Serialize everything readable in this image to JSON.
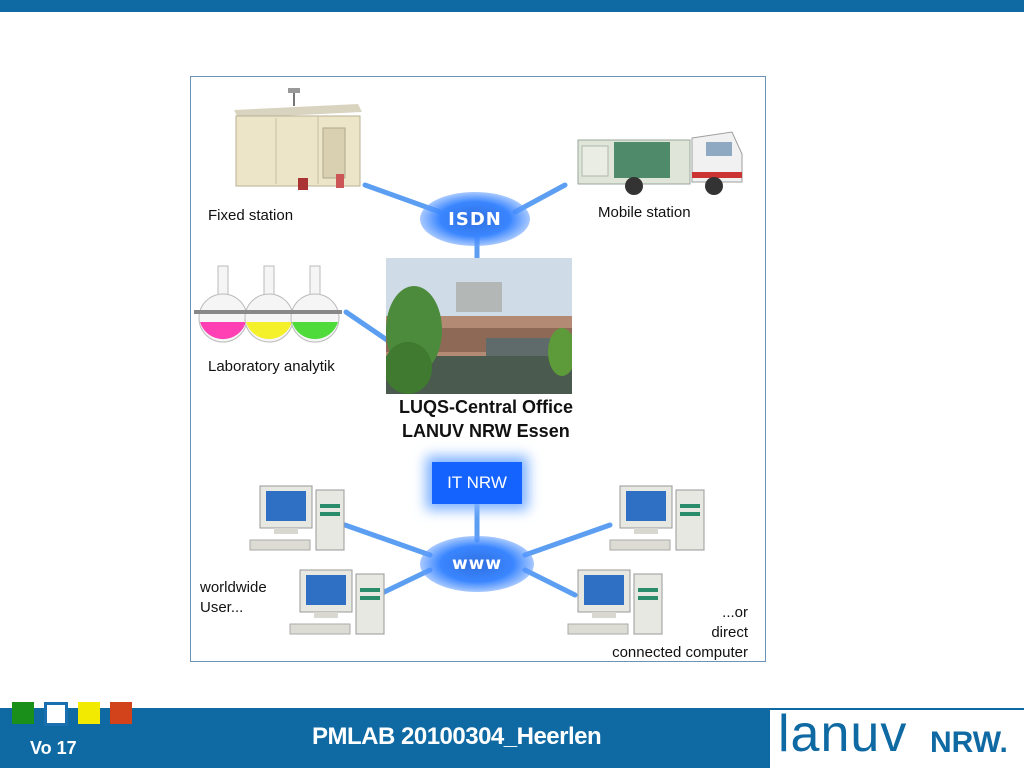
{
  "diagram": {
    "fixed_station": "Fixed station",
    "mobile_station": "Mobile station",
    "laboratory": "Laboratory analytik",
    "central_office_line1": "LUQS-Central Office",
    "central_office_line2": "LANUV NRW Essen",
    "isdn": "ISDN",
    "it_nrw": "IT NRW",
    "www": "www",
    "worldwide_line1": "worldwide",
    "worldwide_line2": "User...",
    "direct_line1": "...or",
    "direct_line2": "direct",
    "direct_line3": "connected computer"
  },
  "footer": {
    "title": "PMLAB 20100304_Heerlen",
    "page": "Vo 17",
    "logo_text": "lanuv",
    "logo_nrw": "NRW.",
    "squares": [
      "#1a8f1a",
      "#1a6fb0",
      "#f2ea00",
      "#d2431c"
    ]
  },
  "colors": {
    "brand_blue": "#0f6aa3",
    "network_blue": "#3a86ff"
  }
}
